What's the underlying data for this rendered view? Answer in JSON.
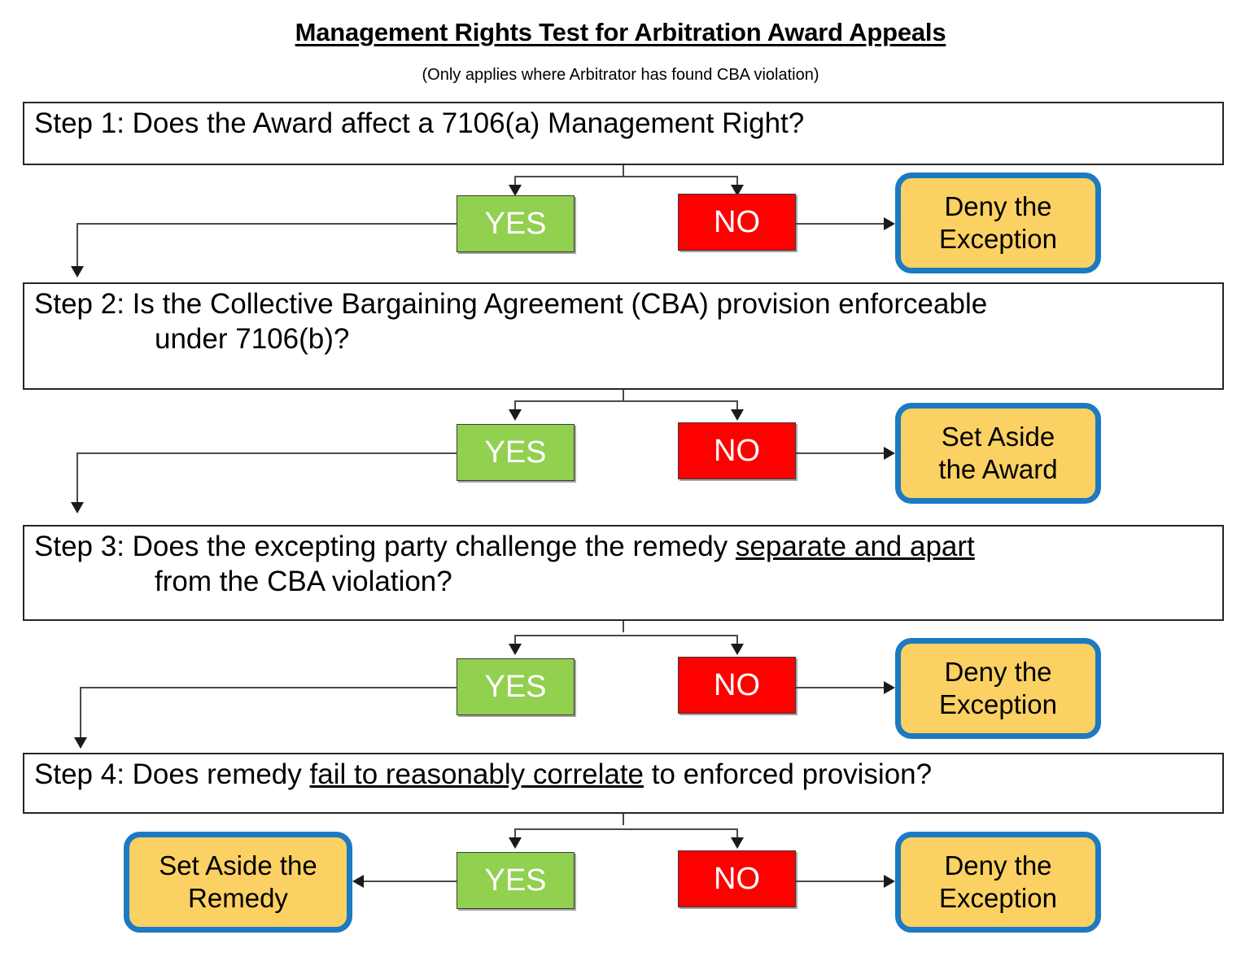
{
  "header": {
    "title": "Management Rights Test for Arbitration Award Appeals",
    "subtitle": "(Only applies where Arbitrator has found CBA violation)"
  },
  "colors": {
    "yes_fill": "#92D050",
    "no_fill": "#FF0000",
    "outcome_fill": "#FAD162",
    "outcome_border": "#1B7AC2",
    "step_border": "#262626",
    "connector": "#4a4a4a"
  },
  "labels": {
    "yes": "YES",
    "no": "NO"
  },
  "steps": [
    {
      "id": "step-1",
      "line1": "Step 1: Does the Award affect a 7106(a) Management Right?",
      "line2": "",
      "underline_phrase": "",
      "yes_label": "YES",
      "no_label": "NO",
      "no_outcome_line1": "Deny the",
      "no_outcome_line2": "Exception"
    },
    {
      "id": "step-2",
      "line1": "Step 2: Is the Collective Bargaining Agreement (CBA) provision enforceable",
      "line2": "under 7106(b)?",
      "underline_phrase": "",
      "yes_label": "YES",
      "no_label": "NO",
      "no_outcome_line1": "Set Aside",
      "no_outcome_line2": "the Award"
    },
    {
      "id": "step-3",
      "line1_pre": "Step 3: Does the excepting party challenge the remedy ",
      "line1_underlined": "separate and apart",
      "line1_post": "",
      "line2": "from the CBA violation?",
      "yes_label": "YES",
      "no_label": "NO",
      "no_outcome_line1": "Deny the",
      "no_outcome_line2": "Exception"
    },
    {
      "id": "step-4",
      "line1_pre": "Step 4: Does remedy ",
      "line1_underlined": "fail to reasonably correlate",
      "line1_post": " to enforced provision?",
      "line2": "",
      "yes_label": "YES",
      "no_label": "NO",
      "yes_outcome_line1": "Set Aside the",
      "yes_outcome_line2": "Remedy",
      "no_outcome_line1": "Deny the",
      "no_outcome_line2": "Exception"
    }
  ]
}
